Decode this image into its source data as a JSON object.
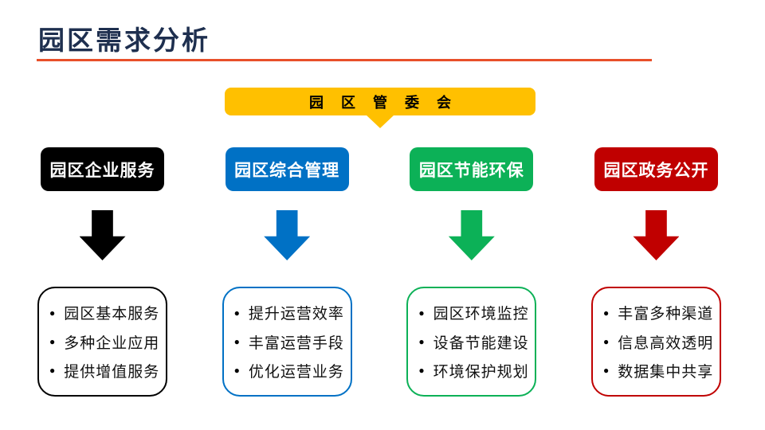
{
  "slide": {
    "title": "园区需求分析",
    "title_color": "#1E2F4F",
    "accent_color": "#E8502A",
    "background": "#FFFFFF"
  },
  "banner": {
    "label": "园区管委会",
    "bg_color": "#FFC000",
    "text_color": "#000000"
  },
  "bullet_glyph": "●",
  "columns": [
    {
      "header": "园区企业服务",
      "color": "#000000",
      "items": [
        "园区基本服务",
        "多种企业应用",
        "提供增值服务"
      ]
    },
    {
      "header": "园区综合管理",
      "color": "#0071C5",
      "items": [
        "提升运营效率",
        "丰富运营手段",
        "优化运营业务"
      ]
    },
    {
      "header": "园区节能环保",
      "color": "#0CB157",
      "items": [
        "园区环境监控",
        "设备节能建设",
        "环境保护规划"
      ]
    },
    {
      "header": "园区政务公开",
      "color": "#C00000",
      "items": [
        "丰富多种渠道",
        "信息高效透明",
        "数据集中共享"
      ]
    }
  ]
}
